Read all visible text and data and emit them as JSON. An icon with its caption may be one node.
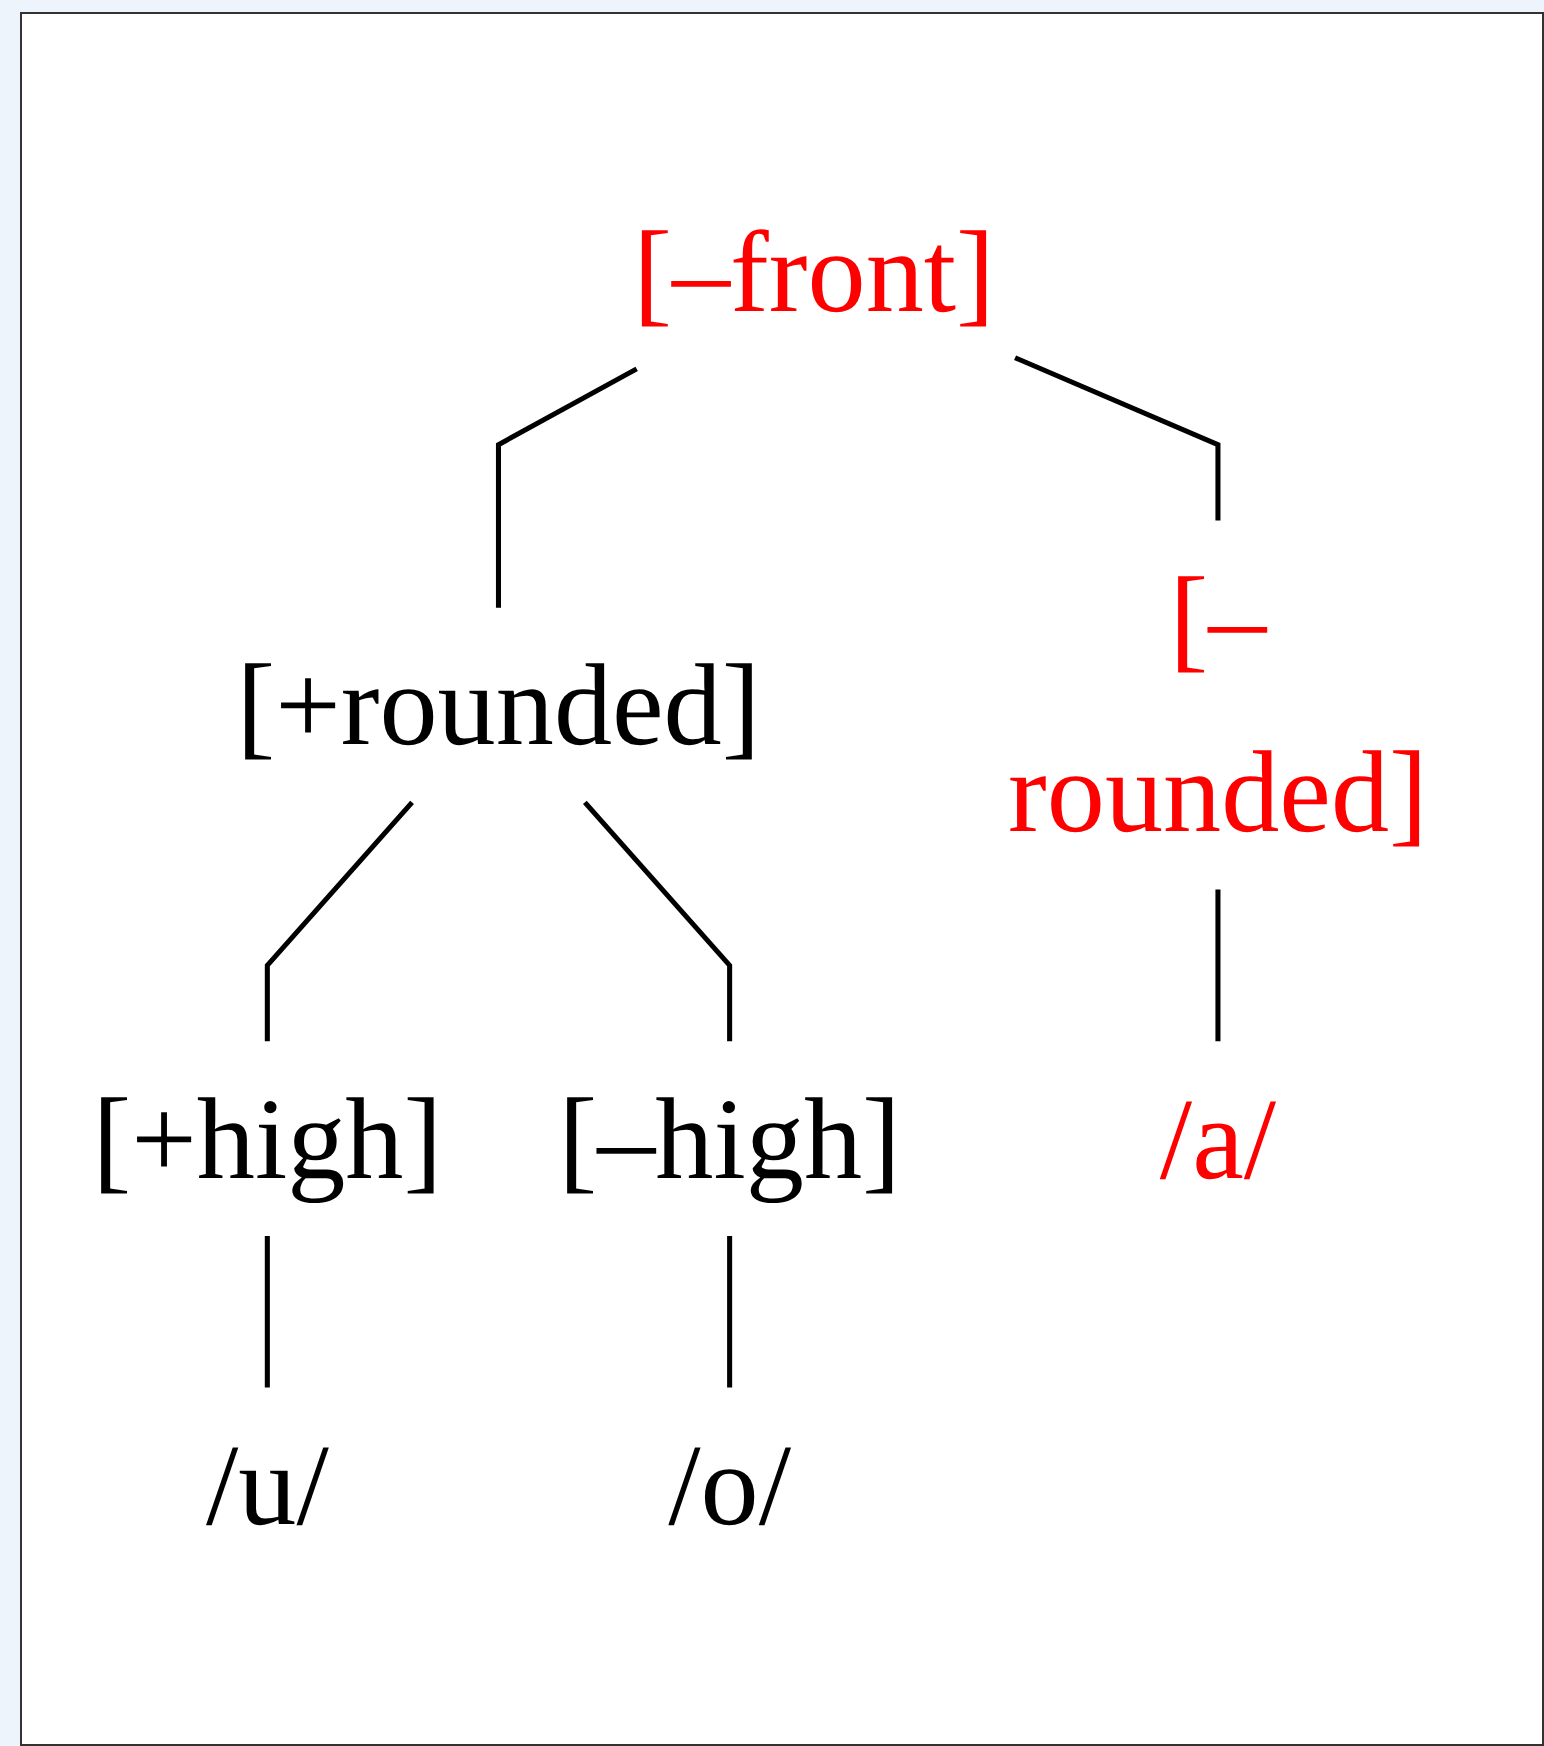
{
  "diagram": {
    "nodes": [
      {
        "text": [
          "[–front]"
        ]
      },
      {
        "text": [
          "[+rounded]"
        ]
      },
      {
        "text": [
          "[–rounded]"
        ]
      },
      {
        "text": [
          "[+high]"
        ]
      },
      {
        "text": [
          "[–high]"
        ]
      },
      {
        "text": [
          "/a/"
        ]
      },
      {
        "text": [
          "/u/"
        ]
      },
      {
        "text": [
          "/o/"
        ]
      }
    ],
    "edges": [
      {
        "from": 0,
        "to": 1,
        "arrow": "none"
      },
      {
        "from": 0,
        "to": 2,
        "arrow": "none"
      },
      {
        "from": 1,
        "to": 3,
        "arrow": "none"
      },
      {
        "from": 1,
        "to": 4,
        "arrow": "none"
      },
      {
        "from": 2,
        "to": 5,
        "arrow": "none"
      },
      {
        "from": 3,
        "to": 6,
        "arrow": "none"
      },
      {
        "from": 4,
        "to": 7,
        "arrow": "none"
      }
    ]
  }
}
